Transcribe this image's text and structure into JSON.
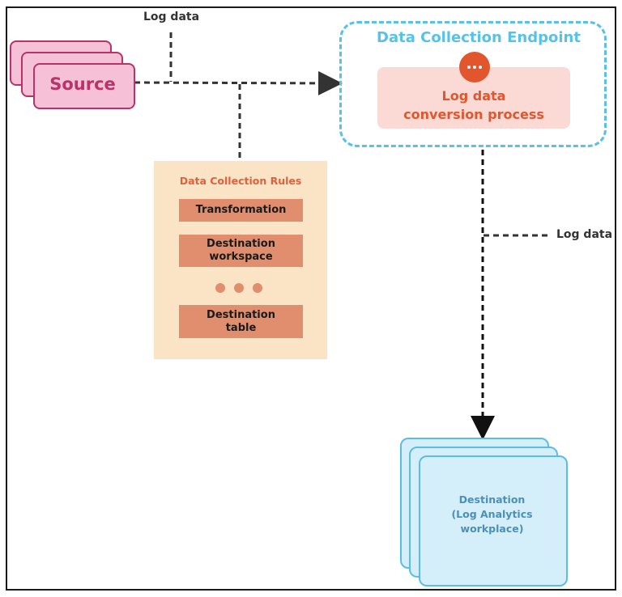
{
  "diagram": {
    "source": {
      "label": "Source"
    },
    "log_label_top": "Log data",
    "log_label_right": "Log data",
    "endpoint": {
      "title": "Data Collection Endpoint",
      "process_line1": "Log data",
      "process_line2": "conversion process",
      "icon": "more-dots-icon"
    },
    "rules": {
      "title": "Data Collection Rules",
      "items": [
        {
          "line1": "Transformation",
          "line2": ""
        },
        {
          "line1": "Destination",
          "line2": "workspace"
        },
        {
          "line1": "Destination",
          "line2": "table"
        }
      ]
    },
    "destination": {
      "line1": "Destination",
      "line2": "(Log Analytics",
      "line3": "workplace)"
    },
    "colors": {
      "source": "#b8336a",
      "endpoint": "#56c2e8",
      "process": "#e2562e",
      "rules_panel": "#fbe3c5",
      "rule_box": "#e08e6d",
      "destination": "#5bbde6"
    }
  }
}
